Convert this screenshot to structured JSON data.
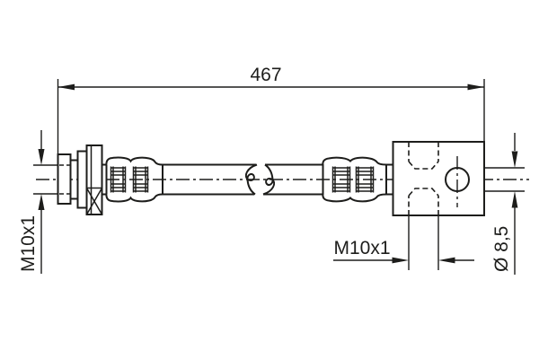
{
  "drawing": {
    "type": "technical-drawing-brake-hose",
    "colors": {
      "background": "#ffffff",
      "line": "#1d1d1b"
    },
    "dimensions": {
      "overall_length": {
        "label": "467"
      },
      "left_thread": {
        "label": "M10x1"
      },
      "banjo_thread": {
        "label": "M10x1"
      },
      "hole_diameter": {
        "label": "Ø 8,5"
      }
    }
  }
}
